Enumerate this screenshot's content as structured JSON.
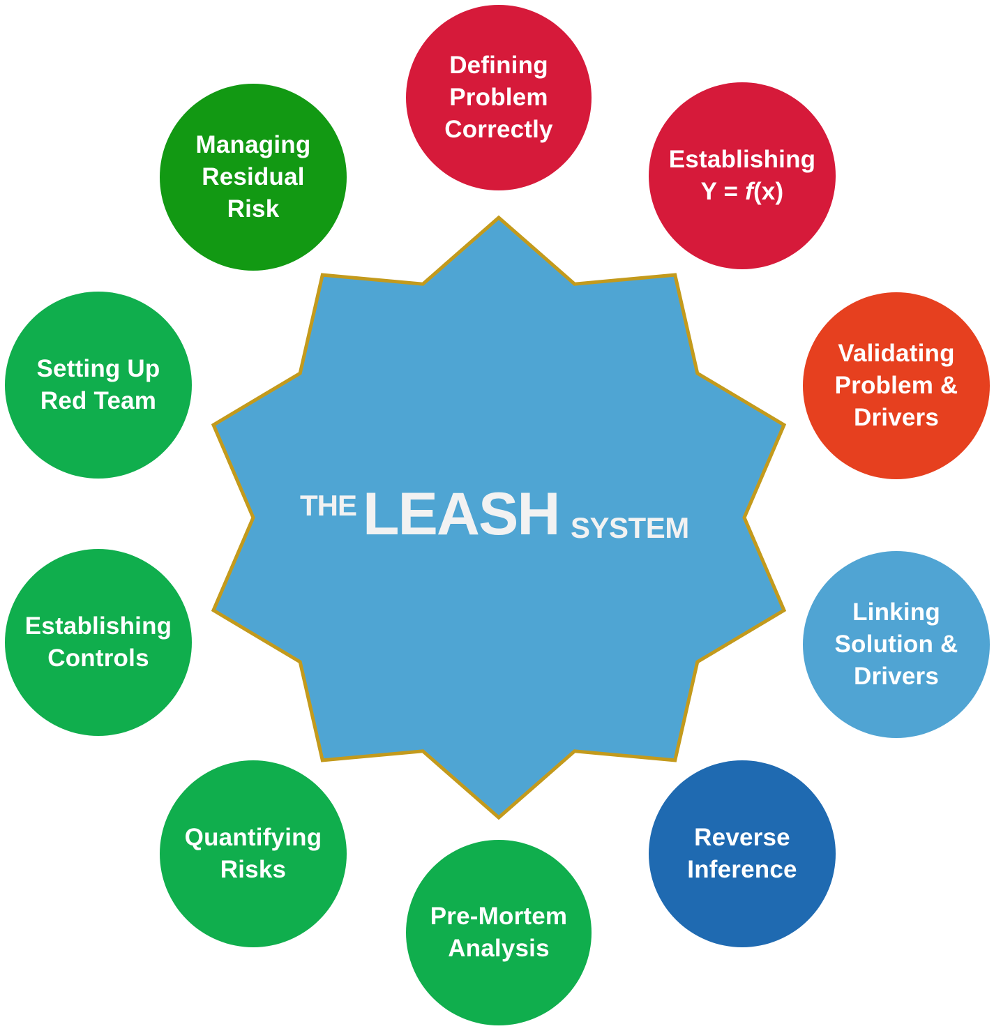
{
  "center": {
    "title_prefix": "THE",
    "title_main": "LEASH",
    "title_suffix": "SYSTEM"
  },
  "colors": {
    "star_fill": "#4FA5D3",
    "star_stroke": "#C39A1C",
    "crimson": "#D61A3A",
    "orange": "#E6401F",
    "light_blue": "#50A4D3",
    "dark_blue": "#1F6AB1",
    "green": "#10AE4D",
    "dark_green": "#129913"
  },
  "steps": [
    {
      "lines": [
        "Defining",
        "Problem",
        "Correctly"
      ],
      "color": "#D61A3A"
    },
    {
      "lines": [
        "Establishing"
      ],
      "formula": {
        "pre": "Y = ",
        "italic": "f",
        "post": "(x)"
      },
      "color": "#D61A3A"
    },
    {
      "lines": [
        "Validating",
        "Problem &",
        "Drivers"
      ],
      "color": "#E6401F"
    },
    {
      "lines": [
        "Linking",
        "Solution &",
        "Drivers"
      ],
      "color": "#50A4D3"
    },
    {
      "lines": [
        "Reverse",
        "Inference"
      ],
      "color": "#1F6AB1"
    },
    {
      "lines": [
        "Pre-Mortem",
        "Analysis"
      ],
      "color": "#10AE4D"
    },
    {
      "lines": [
        "Quantifying",
        "Risks"
      ],
      "color": "#10AE4D"
    },
    {
      "lines": [
        "Establishing",
        "Controls"
      ],
      "color": "#10AE4D"
    },
    {
      "lines": [
        "Setting Up",
        "Red Team"
      ],
      "color": "#10AE4D"
    },
    {
      "lines": [
        "Managing",
        "Residual",
        "Risk"
      ],
      "color": "#129913"
    }
  ]
}
